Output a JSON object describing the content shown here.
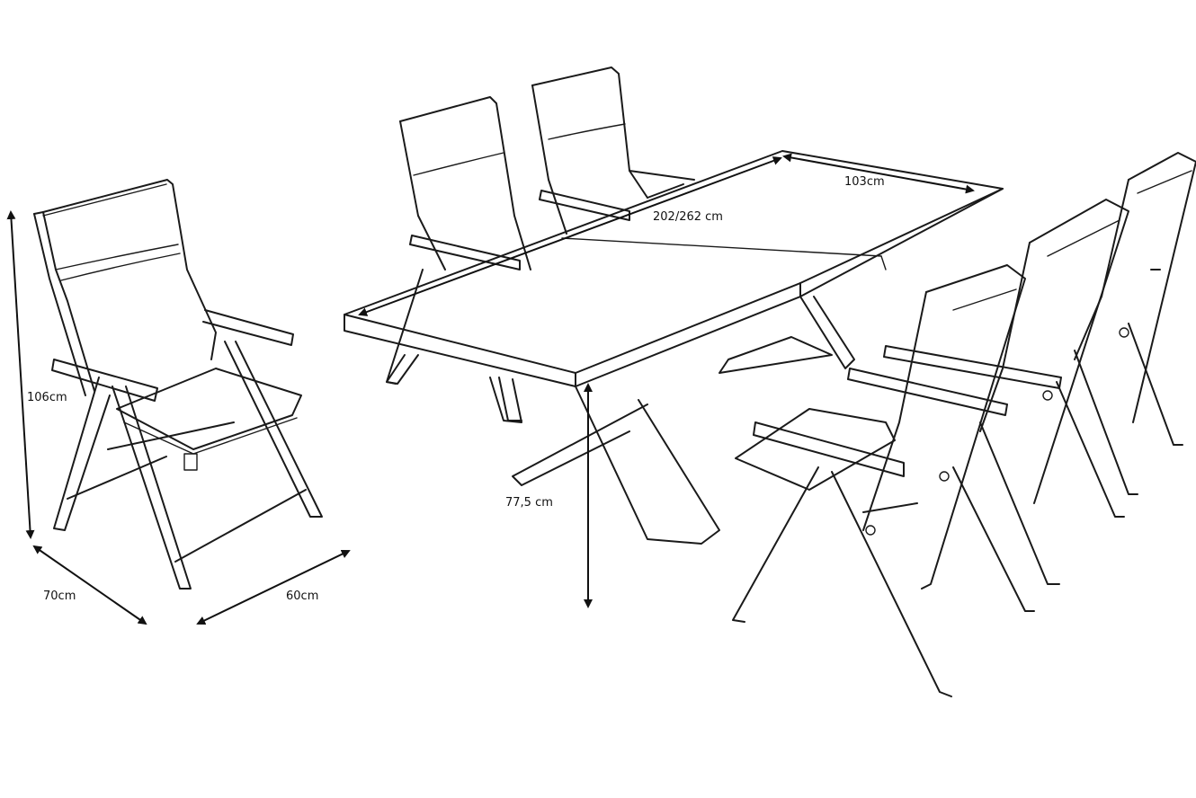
{
  "dimensions": {
    "chair_height": "106cm",
    "chair_depth": "70cm",
    "chair_width": "60cm",
    "table_length": "202/262 cm",
    "table_width": "103cm",
    "table_height": "77,5 cm"
  },
  "colors": {
    "line": "#1a1a1a",
    "background": "#ffffff"
  }
}
